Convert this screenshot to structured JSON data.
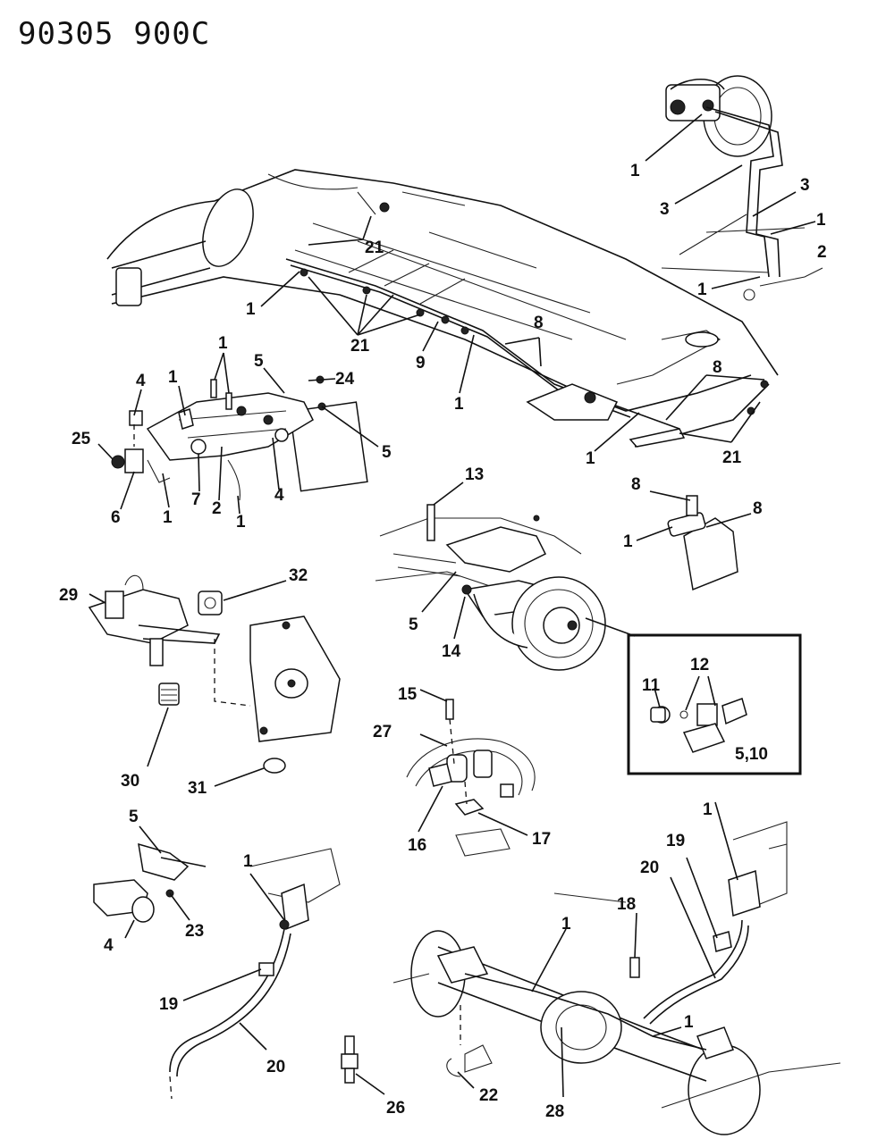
{
  "header": {
    "code_left": "90305",
    "code_right": "900C"
  },
  "callouts": {
    "c1": "1",
    "c2": "2",
    "c3": "3",
    "c4": "4",
    "c5": "5",
    "c6": "6",
    "c7": "7",
    "c8": "8",
    "c9": "9",
    "c11": "11",
    "c12": "12",
    "c13": "13",
    "c14": "14",
    "c15": "15",
    "c16": "16",
    "c17": "17",
    "c18": "18",
    "c19": "19",
    "c20": "20",
    "c21": "21",
    "c22": "22",
    "c23": "23",
    "c24": "24",
    "c25": "25",
    "c26": "26",
    "c27": "27",
    "c28": "28",
    "c29": "29",
    "c30": "30",
    "c31": "31",
    "c32": "32",
    "c510": "5,10"
  }
}
